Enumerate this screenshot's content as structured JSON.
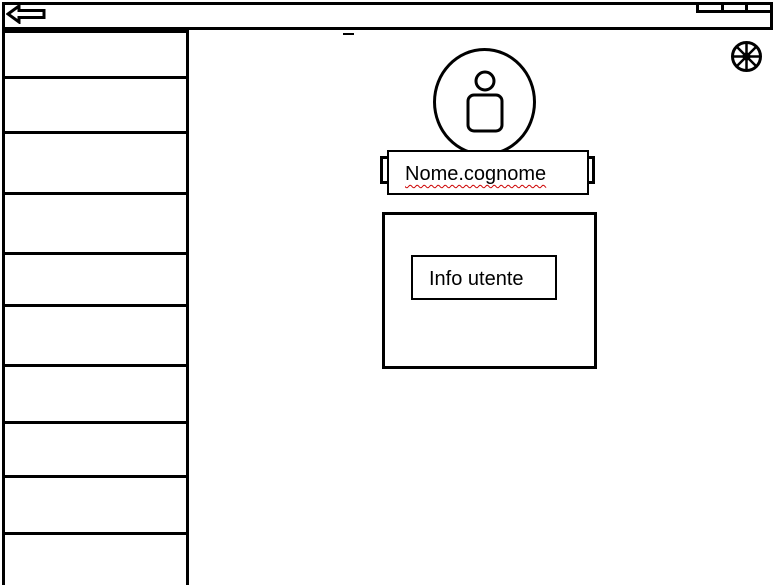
{
  "window": {
    "back_icon": "back-arrow-icon",
    "controls": [
      "minimize-button",
      "maximize-button",
      "close-button"
    ]
  },
  "sidebar": {
    "items": [
      "",
      "",
      "",
      "",
      "",
      "",
      "",
      "",
      "",
      ""
    ]
  },
  "header": {
    "settings_icon": "gear-icon"
  },
  "profile": {
    "avatar_icon": "user-icon",
    "name": "Nome.cognome",
    "info_label": "Info utente"
  }
}
